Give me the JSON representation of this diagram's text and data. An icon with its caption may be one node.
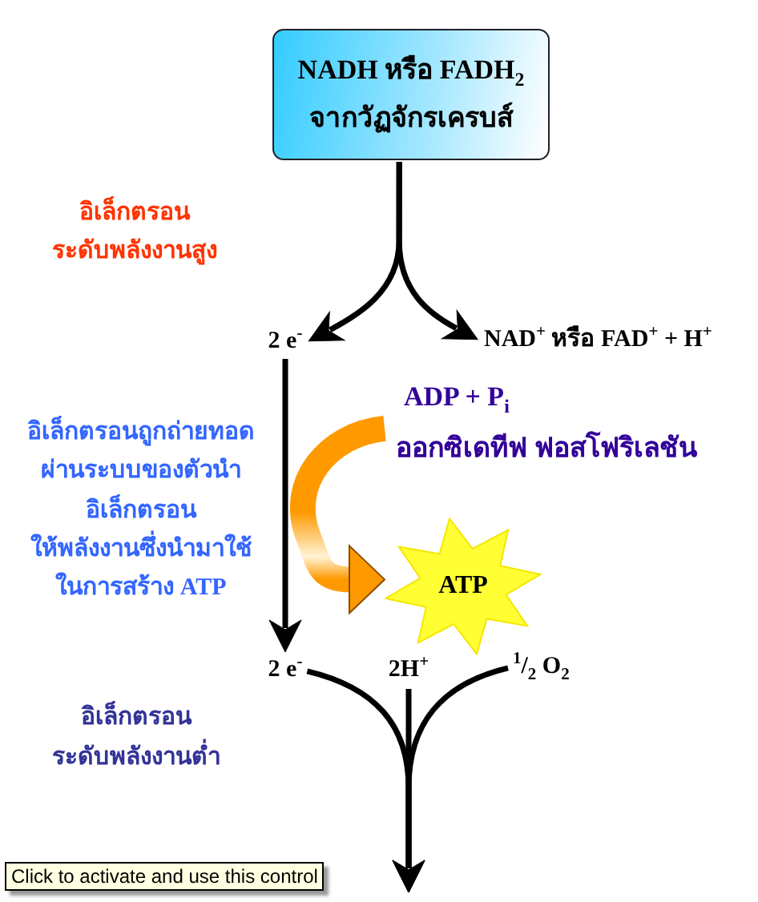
{
  "diagram": {
    "nodes": [
      {
        "text": [
          "NADH หรือ FADH$_{2}$",
          "จากวัฏจักรเครบส์"
        ]
      },
      {
        "text": [
          "2 e$^{-}$"
        ]
      },
      {
        "text": [
          "NAD$^{+}$ หรือ FAD$^{+}$ + H$^{+}$"
        ]
      },
      {
        "text": [
          "ADP + P$_{i}$"
        ],
        "beside": [
          "ออกซิเดทีฟ ฟอสโฟริเลชัน"
        ]
      },
      {
        "text": [
          "ATP"
        ]
      },
      {
        "text": [
          "2 e$^{-}$"
        ]
      },
      {
        "text": [
          "2H$^{+}$"
        ]
      },
      {
        "text": [
          "$^{1}$/$_{2}$ O$_{2}$"
        ]
      }
    ],
    "edges": [
      {
        "from": 0,
        "to": 1,
        "arrow": "to"
      },
      {
        "from": 0,
        "to": 2,
        "arrow": "to"
      },
      {
        "from": 1,
        "to": 5,
        "arrow": "to"
      },
      {
        "from": 3,
        "to": 4,
        "arrow": "to",
        "style": "thick",
        "color": "#ff9900"
      },
      {
        "from": 5,
        "to": null,
        "arrow": "to"
      },
      {
        "from": 6,
        "to": null,
        "arrow": "to"
      },
      {
        "from": 7,
        "to": null,
        "arrow": "to"
      }
    ],
    "labels": [
      "อิเล็กตรอน ระดับพลังงานสูง",
      "อิเล็กตรอนถูกถ่ายทอด ผ่านระบบของตัวนำ อิเล็กตรอน ให้พลังงานซึ่งนำมาใช้ ในการสร้าง ATP",
      "อิเล็กตรอน ระดับพลังงานต่ำ",
      "Click to activate and use this control"
    ]
  }
}
